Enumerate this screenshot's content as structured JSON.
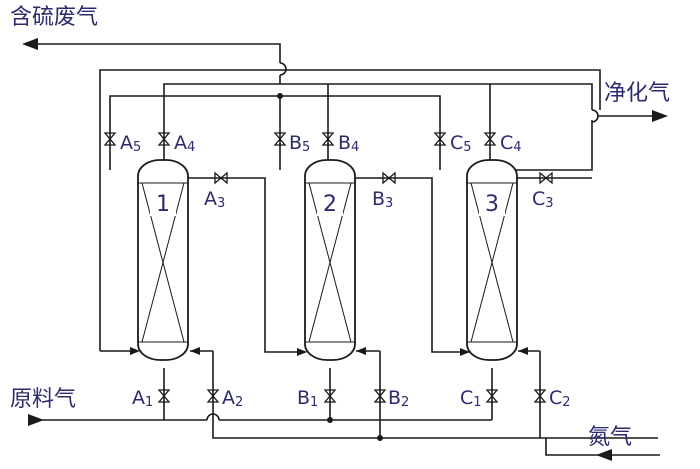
{
  "streams": {
    "sulfur_waste_gas": "含硫废气",
    "purified_gas": "净化气",
    "raw_gas": "原料气",
    "nitrogen": "氮气"
  },
  "columns": [
    {
      "number": "1",
      "prefix": "A"
    },
    {
      "number": "2",
      "prefix": "B"
    },
    {
      "number": "3",
      "prefix": "C"
    }
  ],
  "valves": {
    "A1": {
      "letter": "A",
      "sub": "1"
    },
    "A2": {
      "letter": "A",
      "sub": "2"
    },
    "A3": {
      "letter": "A",
      "sub": "3"
    },
    "A4": {
      "letter": "A",
      "sub": "4"
    },
    "A5": {
      "letter": "A",
      "sub": "5"
    },
    "B1": {
      "letter": "B",
      "sub": "1"
    },
    "B2": {
      "letter": "B",
      "sub": "2"
    },
    "B3": {
      "letter": "B",
      "sub": "3"
    },
    "B4": {
      "letter": "B",
      "sub": "4"
    },
    "B5": {
      "letter": "B",
      "sub": "5"
    },
    "C1": {
      "letter": "C",
      "sub": "1"
    },
    "C2": {
      "letter": "C",
      "sub": "2"
    },
    "C3": {
      "letter": "C",
      "sub": "3"
    },
    "C4": {
      "letter": "C",
      "sub": "4"
    },
    "C5": {
      "letter": "C",
      "sub": "5"
    }
  }
}
